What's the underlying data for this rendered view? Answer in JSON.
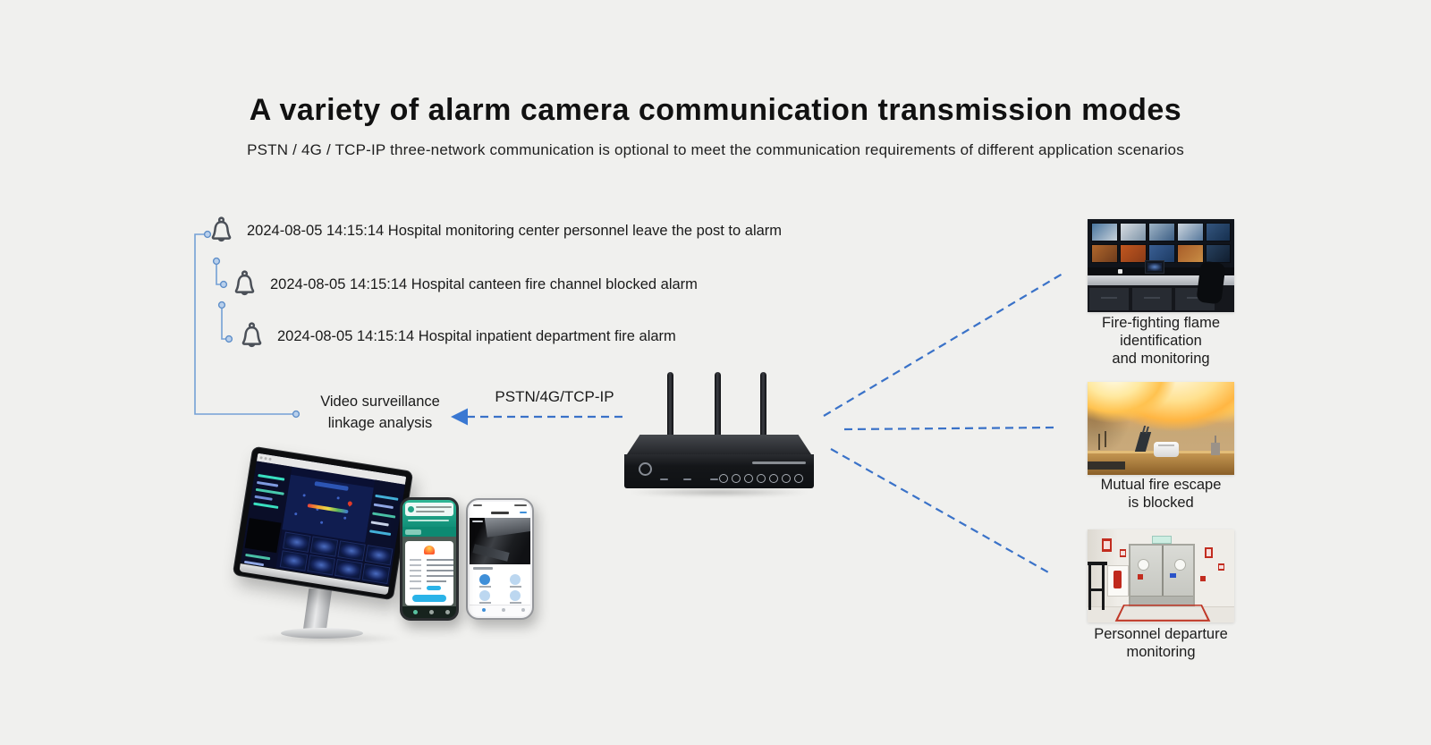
{
  "page": {
    "background": "#f0f0ee"
  },
  "header": {
    "title": "A variety of alarm camera communication transmission modes",
    "subtitle": "PSTN / 4G / TCP-IP three-network communication is optional to meet the communication requirements of different application scenarios"
  },
  "alarms": [
    {
      "text": "2024-08-05 14:15:14 Hospital monitoring center personnel leave the post to alarm"
    },
    {
      "text": "2024-08-05 14:15:14 Hospital canteen fire channel blocked alarm"
    },
    {
      "text": "2024-08-05 14:15:14 Hospital inpatient department fire alarm"
    }
  ],
  "flow": {
    "video_label": [
      "Video surveillance",
      "linkage analysis"
    ],
    "protocol_label": "PSTN/4G/TCP-IP"
  },
  "scenarios": [
    {
      "caption_lines": [
        "Fire-fighting flame",
        "identification",
        "and monitoring"
      ]
    },
    {
      "caption_lines": [
        "Mutual fire escape",
        "is blocked"
      ]
    },
    {
      "caption_lines": [
        "Personnel departure",
        "monitoring"
      ]
    }
  ],
  "colors": {
    "dashed_line_blue": "#3a72c8",
    "connector_blue": "#74a0d6",
    "bell_gray": "#4b5058",
    "background": "#f0f0ee"
  }
}
